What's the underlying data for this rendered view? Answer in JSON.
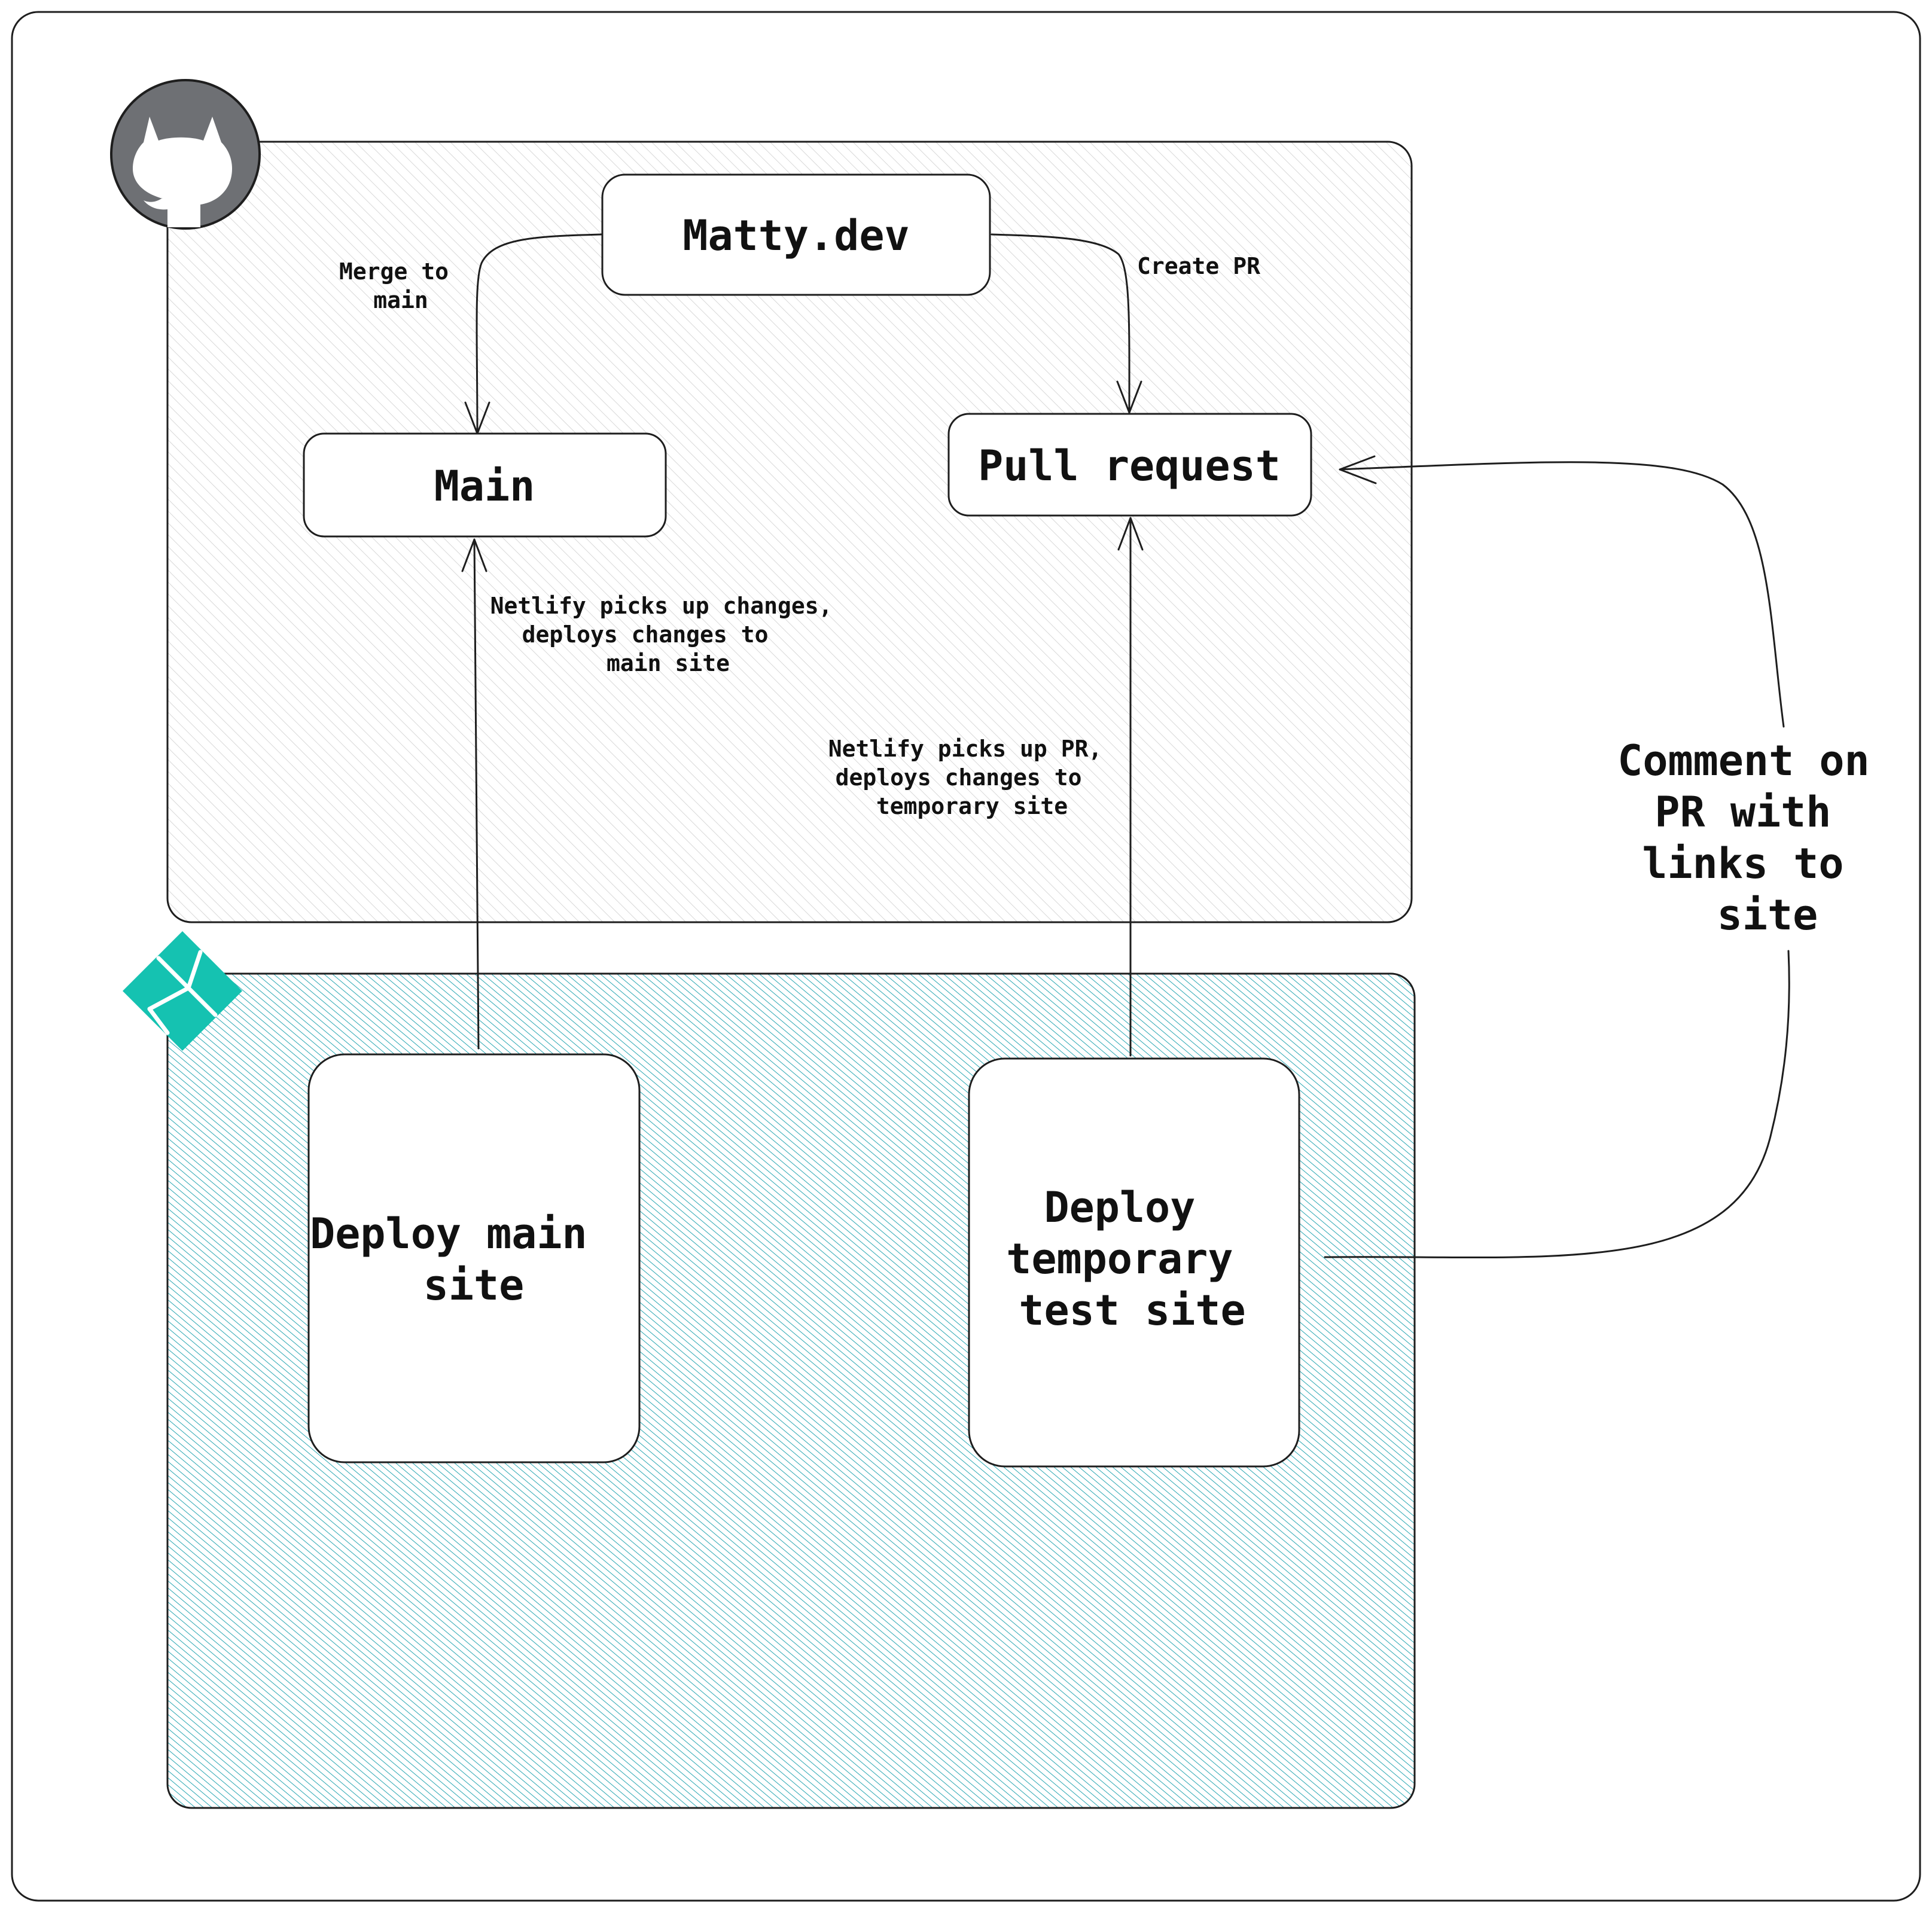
{
  "colors": {
    "github_circle": "#6e7074",
    "netlify_teal": "#15c2b1",
    "netlify_hatch": "#2aa7b3",
    "stroke": "#1e1e1e",
    "panel_hatch": "#d8d8d8"
  },
  "icons": {
    "github": "github-octocat-icon",
    "netlify": "netlify-logo-icon"
  },
  "nodes": {
    "matty": "Matty.dev",
    "main": "Main",
    "pull_request": "Pull request",
    "deploy_main": [
      "Deploy main",
      "site"
    ],
    "deploy_temp": [
      "Deploy",
      "temporary",
      "test site"
    ]
  },
  "edges": {
    "merge": [
      "Merge to",
      "main"
    ],
    "create_pr": "Create PR",
    "netlify_main": [
      "Netlify picks up changes,",
      "deploys changes to",
      "main site"
    ],
    "netlify_pr": [
      "Netlify picks up PR,",
      "deploys changes to",
      "temporary site"
    ],
    "comment": [
      "Comment on",
      "PR with",
      "links to",
      "site"
    ]
  }
}
